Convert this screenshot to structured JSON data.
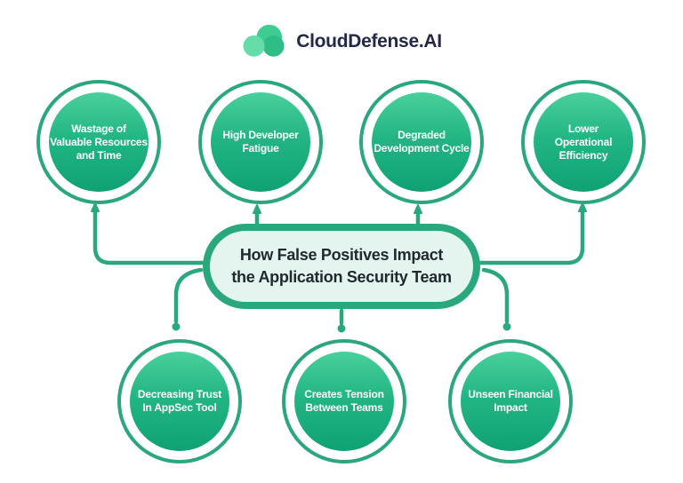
{
  "logo": {
    "brand": "CloudDefense.AI",
    "mark": "cloud-circles-logo"
  },
  "center": {
    "title": "How False Positives Impact\nthe Application Security Team"
  },
  "nodes": {
    "top": [
      {
        "label": "Wastage of\nValuable Resources\nand Time"
      },
      {
        "label": "High Developer\nFatigue"
      },
      {
        "label": "Degraded\nDevelopment Cycle"
      },
      {
        "label": "Lower\nOperational\nEfficiency"
      }
    ],
    "bottom": [
      {
        "label": "Decreasing Trust\nIn AppSec Tool"
      },
      {
        "label": "Creates Tension\nBetween Teams"
      },
      {
        "label": "Unseen Financial\nImpact"
      }
    ]
  },
  "colors": {
    "ring_and_connector": "#2aa87c",
    "circle_gradient_top": "#49d09b",
    "circle_gradient_bottom": "#0fa173",
    "pill_fill": "#e3f5ee",
    "pill_border": "#2aa87c",
    "pill_text": "#20292e",
    "circle_text": "#ffffff",
    "logo_text": "#232749",
    "logo_mark_main": "#3ecc93",
    "logo_mark_dark": "#2ebd86",
    "logo_mark_light": "#65dcaa",
    "background": "#ffffff"
  }
}
